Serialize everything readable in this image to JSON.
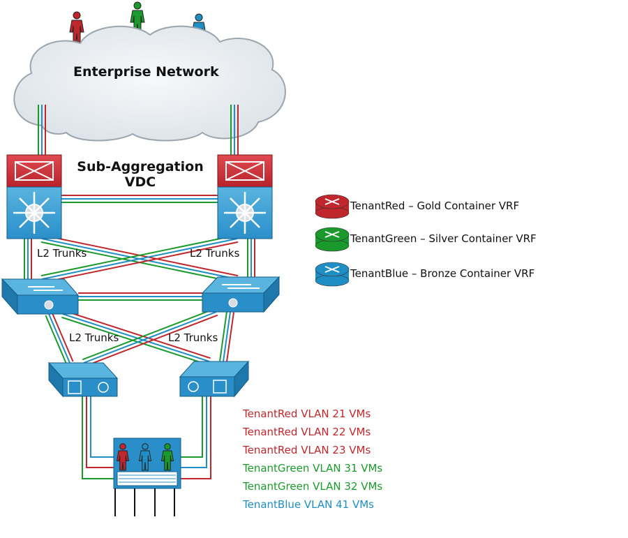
{
  "cloud": {
    "title": "Enterprise Network"
  },
  "vdc": {
    "line1": "Sub-Aggregation",
    "line2": "VDC"
  },
  "trunks": [
    "L2 Trunks",
    "L2 Trunks",
    "L2 Trunks",
    "L2 Trunks"
  ],
  "legend": [
    {
      "text": "TenantRed – Gold Container VRF",
      "color": "#c0272d"
    },
    {
      "text": "TenantGreen – Silver Container VRF",
      "color": "#1a9a2c"
    },
    {
      "text": "TenantBlue – Bronze Container VRF",
      "color": "#1f8ec4"
    }
  ],
  "vms": [
    {
      "text": "TenantRed VLAN 21 VMs",
      "color": "#c0272d"
    },
    {
      "text": "TenantRed VLAN 22 VMs",
      "color": "#c0272d"
    },
    {
      "text": "TenantRed VLAN 23 VMs",
      "color": "#c0272d"
    },
    {
      "text": "TenantGreen VLAN 31 VMs",
      "color": "#1a9a2c"
    },
    {
      "text": "TenantGreen VLAN 32 VMs",
      "color": "#1a9a2c"
    },
    {
      "text": "TenantBlue VLAN 41 VMs",
      "color": "#1f8ec4"
    }
  ],
  "colors": {
    "red": "#c0272d",
    "green": "#1a9a2c",
    "blue": "#1f8ec4",
    "device": "#2a8fc9",
    "cloud": "#e9eef2"
  },
  "icons": {
    "users": "person-icon",
    "vdc": "nexus-switch-icon",
    "access": "layer3-switch-icon",
    "vm": "server-icon"
  }
}
